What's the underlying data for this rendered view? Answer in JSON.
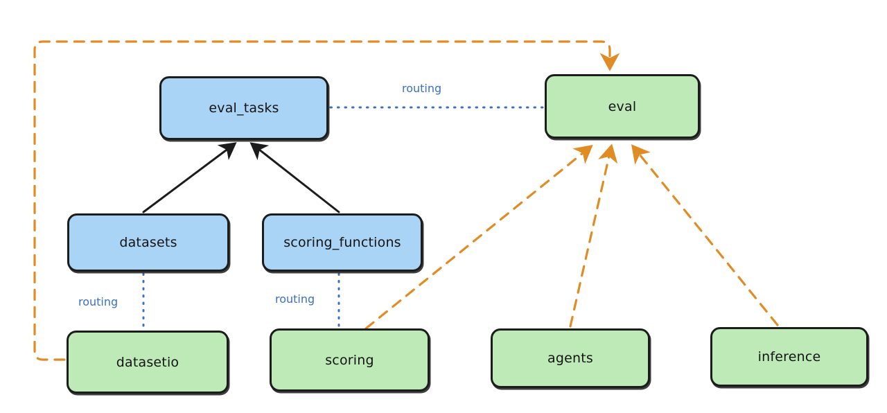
{
  "diagram": {
    "type": "flowchart",
    "title": "",
    "background": "#ffffff",
    "colors": {
      "api_fill": "#a9d4f5",
      "provider_fill": "#bdeab7",
      "stroke": "#1c1c1c",
      "routing_blue": "#3b6fc4",
      "dependency_orange": "#e08c24",
      "solid_black": "#1c1c1c"
    },
    "nodes": [
      {
        "id": "eval_tasks",
        "label": "eval_tasks",
        "kind": "api",
        "color": "#a9d4f5"
      },
      {
        "id": "eval",
        "label": "eval",
        "kind": "provider",
        "color": "#bdeab7"
      },
      {
        "id": "datasets",
        "label": "datasets",
        "kind": "api",
        "color": "#a9d4f5"
      },
      {
        "id": "scoring_functions",
        "label": "scoring_functions",
        "kind": "api",
        "color": "#a9d4f5"
      },
      {
        "id": "datasetio",
        "label": "datasetio",
        "kind": "provider",
        "color": "#bdeab7"
      },
      {
        "id": "scoring",
        "label": "scoring",
        "kind": "provider",
        "color": "#bdeab7"
      },
      {
        "id": "agents",
        "label": "agents",
        "kind": "provider",
        "color": "#bdeab7"
      },
      {
        "id": "inference",
        "label": "inference",
        "kind": "provider",
        "color": "#bdeab7"
      }
    ],
    "edges": [
      {
        "from": "eval_tasks",
        "to": "eval",
        "label": "routing",
        "style": "dotted",
        "color": "#3b6fc4"
      },
      {
        "from": "datasets",
        "to": "datasetio",
        "label": "routing",
        "style": "dotted",
        "color": "#3b6fc4"
      },
      {
        "from": "scoring_functions",
        "to": "scoring",
        "label": "routing",
        "style": "dotted",
        "color": "#3b6fc4"
      },
      {
        "from": "datasets",
        "to": "eval_tasks",
        "label": "",
        "style": "solid",
        "color": "#1c1c1c"
      },
      {
        "from": "scoring_functions",
        "to": "eval_tasks",
        "label": "",
        "style": "solid",
        "color": "#1c1c1c"
      },
      {
        "from": "datasetio",
        "to": "eval",
        "label": "",
        "style": "dashed",
        "color": "#e08c24"
      },
      {
        "from": "scoring",
        "to": "eval",
        "label": "",
        "style": "dashed",
        "color": "#e08c24"
      },
      {
        "from": "agents",
        "to": "eval",
        "label": "",
        "style": "dashed",
        "color": "#e08c24"
      },
      {
        "from": "inference",
        "to": "eval",
        "label": "",
        "style": "dashed",
        "color": "#e08c24"
      }
    ],
    "edge_labels": [
      {
        "id": "routing-eval",
        "text": "routing"
      },
      {
        "id": "routing-datasetio",
        "text": "routing"
      },
      {
        "id": "routing-scoring",
        "text": "routing"
      }
    ]
  }
}
